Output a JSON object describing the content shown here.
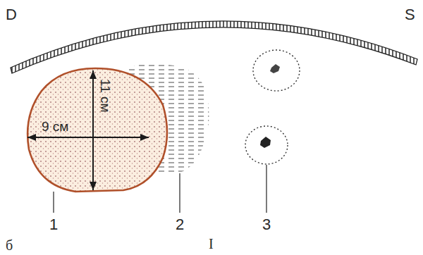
{
  "diagram": {
    "nodes": [
      {
        "text": [
          "9 см",
          "11 см"
        ]
      }
    ],
    "labels": [
      "D",
      "S",
      "1",
      "2",
      "3",
      "б",
      "I"
    ]
  }
}
